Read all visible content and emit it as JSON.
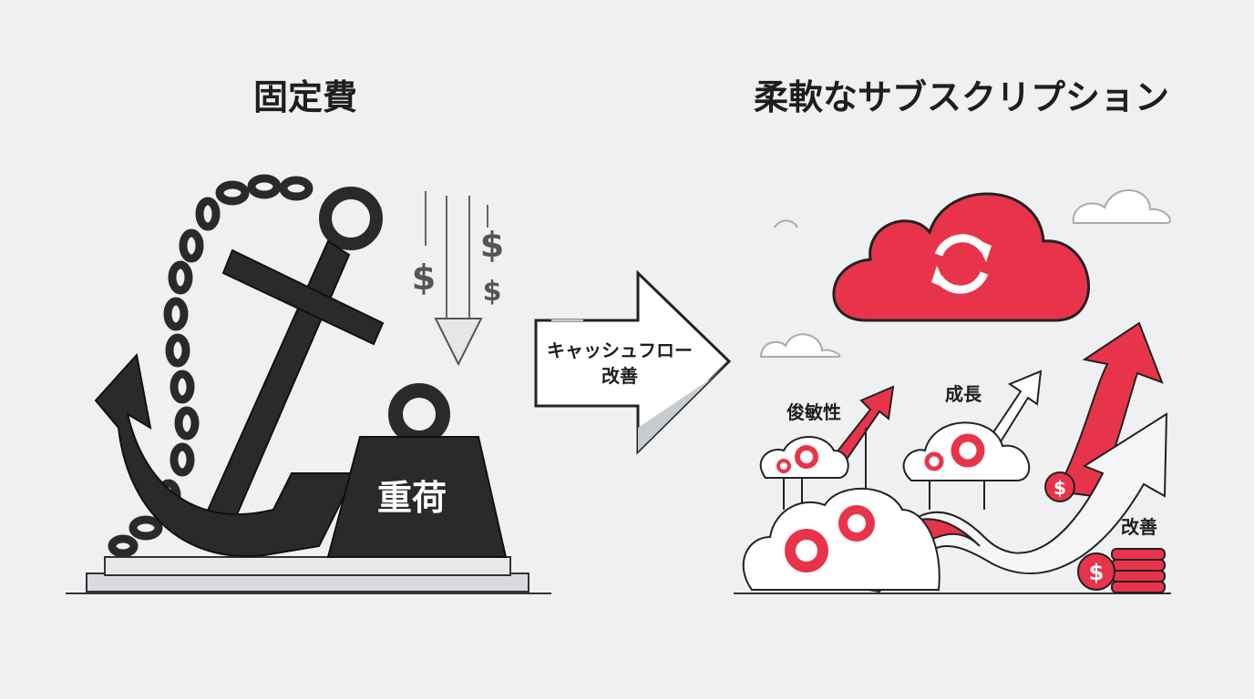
{
  "left": {
    "title": "固定費",
    "weight_label": "重荷",
    "money_symbol": "$",
    "icons": [
      "anchor-icon",
      "chain-icon",
      "weight-icon",
      "dollar-down-arrow-icon"
    ]
  },
  "transition": {
    "line1": "キャッシュフロー",
    "line2": "改善"
  },
  "right": {
    "title": "柔軟なサブスクリプション",
    "labels": {
      "agility": "俊敏性",
      "growth": "成長",
      "improvement": "改善"
    },
    "money_symbol": "$",
    "icons": [
      "cloud-sync-icon",
      "gear-icon",
      "growth-arrow-icon",
      "coin-icon"
    ]
  },
  "colors": {
    "background": "#eef0f2",
    "dark": "#2a2a2a",
    "accent": "#e8344a"
  }
}
